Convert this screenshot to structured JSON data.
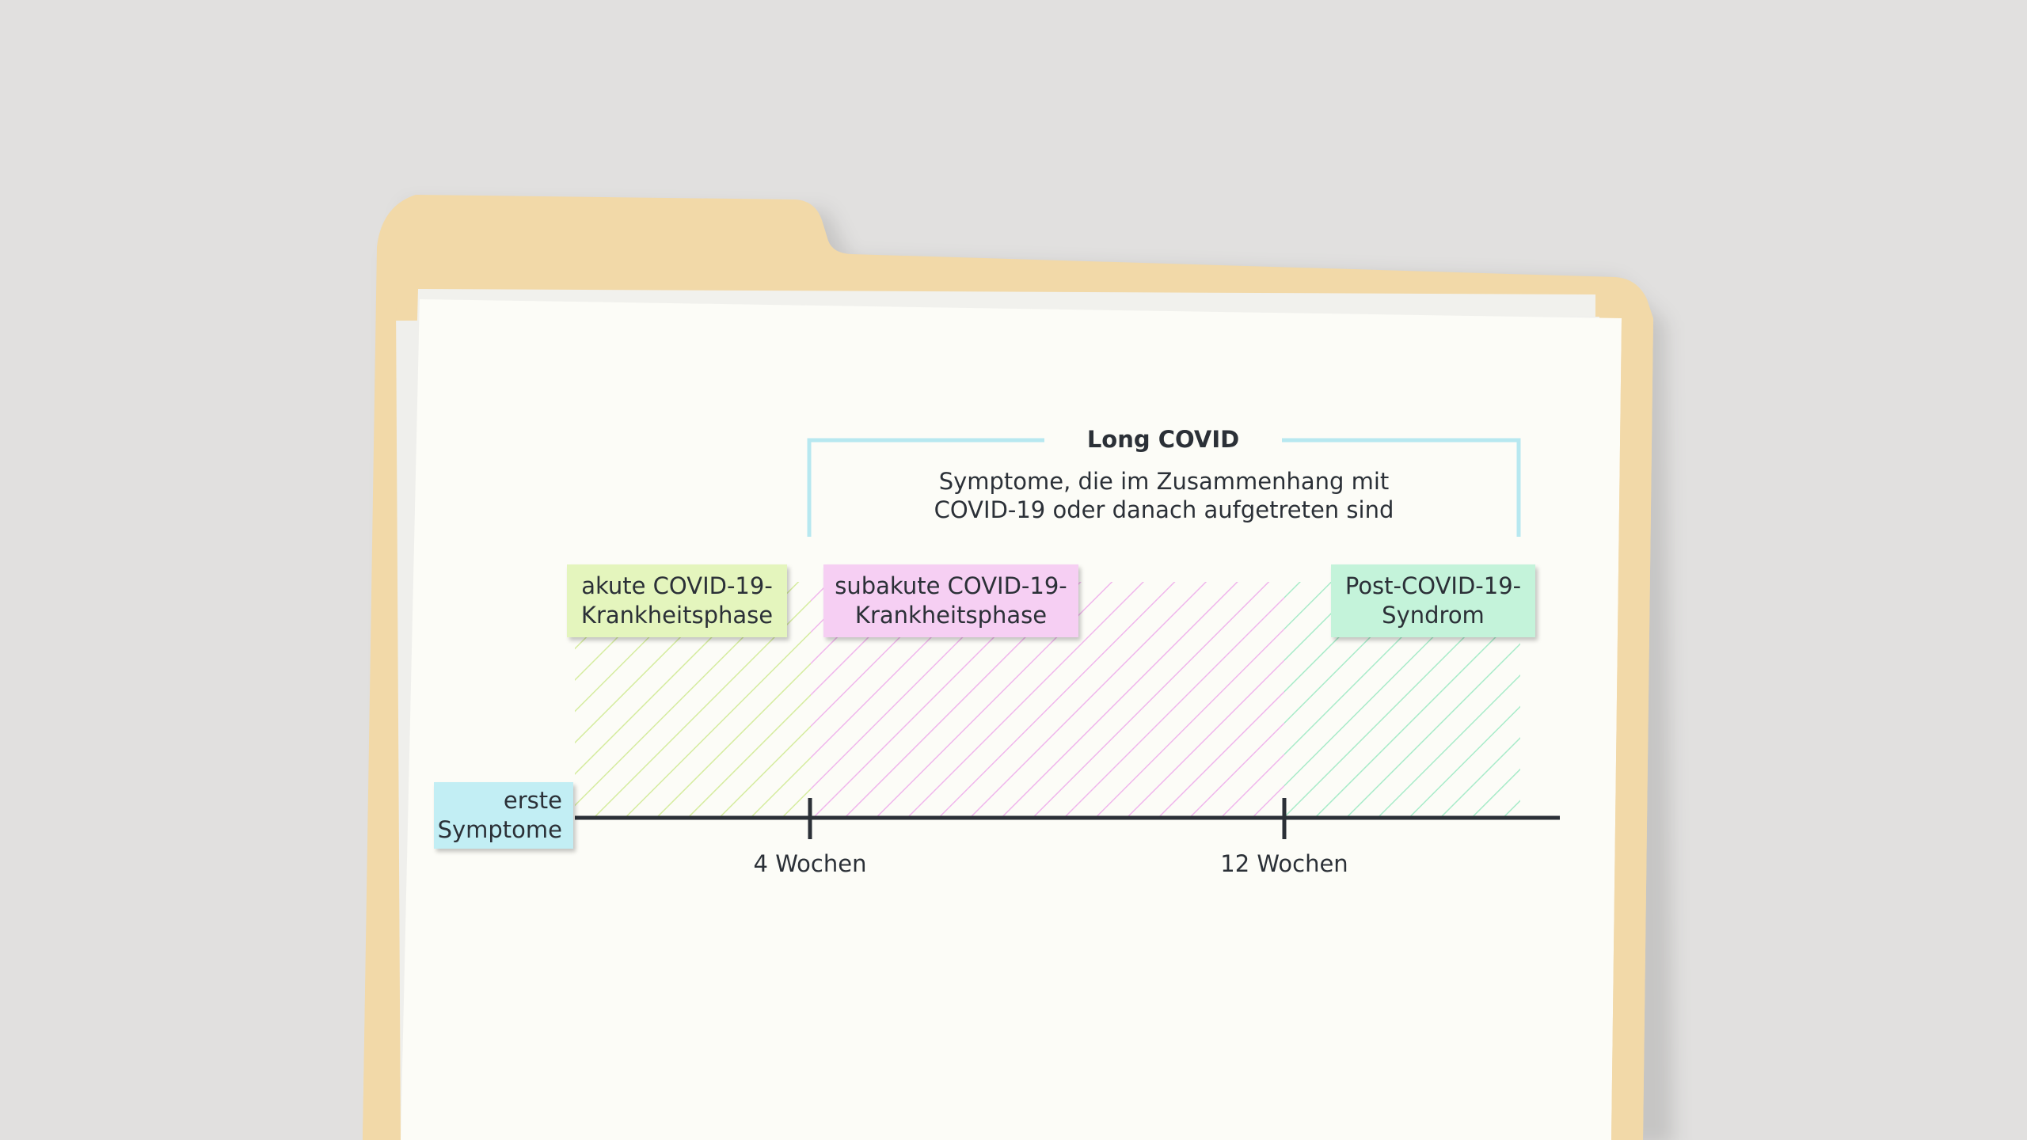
{
  "colors": {
    "background": "#e1e0df",
    "folder": "#f2d9a8",
    "paper": "#fcfcf7",
    "axis": "#2b3037",
    "bracket": "#b7e8f0",
    "acute": "#e4f5bd",
    "subacute": "#f6cff3",
    "post": "#c4f3da",
    "start": "#c2eef4"
  },
  "long_covid": {
    "title": "Long COVID",
    "description": "Symptome, die im Zusammenhang mit\nCOVID-19 oder danach aufgetreten sind"
  },
  "phases": [
    {
      "label": "akute COVID-19-\nKrankheitsphase",
      "color": "acute"
    },
    {
      "label": "subakute COVID-19-\nKrankheitsphase",
      "color": "subacute"
    },
    {
      "label": "Post-COVID-19-\nSyndrom",
      "color": "post"
    }
  ],
  "start_label": "erste\nSymptome",
  "ticks": [
    {
      "label": "4 Wochen"
    },
    {
      "label": "12 Wochen"
    }
  ]
}
